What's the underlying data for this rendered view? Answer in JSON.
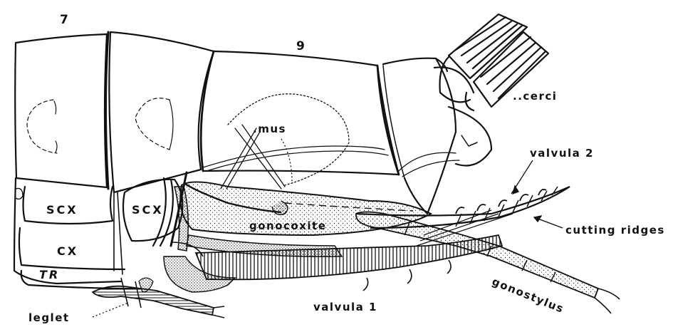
{
  "segments": {
    "seg7": "7",
    "seg9": "9"
  },
  "labels": {
    "cerci": "..cerci",
    "mus": ".mus",
    "valvula2": "valvula 2",
    "cutting_ridges": "cutting ridges",
    "scx_left": "SCX",
    "scx_right": "SCX",
    "gonocoxite": "gonocoxite",
    "cx": "CX",
    "tr": "TR",
    "gonostylus": "gonostylus",
    "valvula1": "valvula 1",
    "leglet": "leglet"
  },
  "colors": {
    "ink": "#111111",
    "background": "#ffffff"
  }
}
